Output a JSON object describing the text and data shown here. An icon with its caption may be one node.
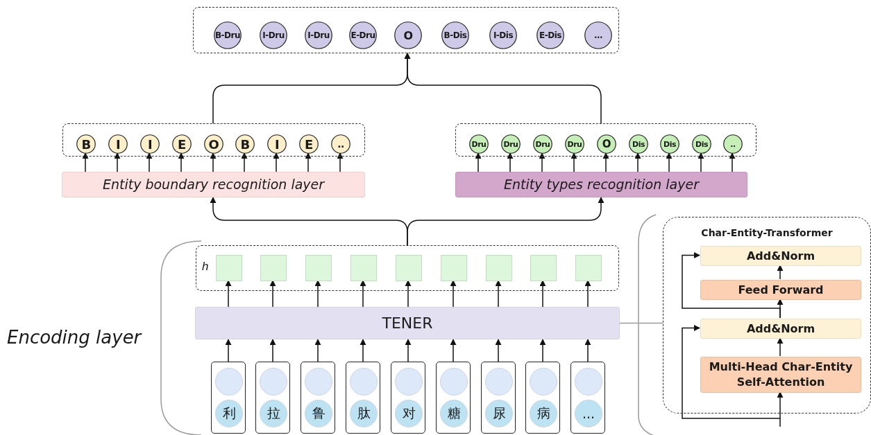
{
  "diagram": {
    "nodes": [
      {
        "text": [],
        "shape": "box"
      },
      {
        "text": [
          "B-Dru"
        ],
        "in": 0
      },
      {
        "text": [
          "I-Dru"
        ],
        "in": 0
      },
      {
        "text": [
          "I-Dru"
        ],
        "in": 0
      },
      {
        "text": [
          "E-Dru"
        ],
        "in": 0
      },
      {
        "text": [
          "O"
        ],
        "in": 0
      },
      {
        "text": [
          "B-Dis"
        ],
        "in": 0
      },
      {
        "text": [
          "I-Dis"
        ],
        "in": 0
      },
      {
        "text": [
          "E-Dis"
        ],
        "in": 0
      },
      {
        "text": [
          "..."
        ],
        "in": 0
      },
      {
        "text": [],
        "shape": "box"
      },
      {
        "text": [
          "B"
        ],
        "in": 10
      },
      {
        "text": [
          "I"
        ],
        "in": 10
      },
      {
        "text": [
          "I"
        ],
        "in": 10
      },
      {
        "text": [
          "E"
        ],
        "in": 10
      },
      {
        "text": [
          "O"
        ],
        "in": 10
      },
      {
        "text": [
          "B"
        ],
        "in": 10
      },
      {
        "text": [
          "I"
        ],
        "in": 10
      },
      {
        "text": [
          "E"
        ],
        "in": 10
      },
      {
        "text": [
          ".."
        ],
        "in": 10
      },
      {
        "text": [],
        "shape": "box"
      },
      {
        "text": [
          "Dru"
        ],
        "in": 20
      },
      {
        "text": [
          "Dru"
        ],
        "in": 20
      },
      {
        "text": [
          "Dru"
        ],
        "in": 20
      },
      {
        "text": [
          "Dru"
        ],
        "in": 20
      },
      {
        "text": [
          "O"
        ],
        "in": 20
      },
      {
        "text": [
          "Dis"
        ],
        "in": 20
      },
      {
        "text": [
          "Dis"
        ],
        "in": 20
      },
      {
        "text": [
          "Dis"
        ],
        "in": 20
      },
      {
        "text": [
          ".."
        ],
        "in": 20
      },
      {
        "text": [
          "Entity boundary recognition layer"
        ]
      },
      {
        "text": [
          "Entity types recognition layer"
        ]
      },
      {
        "text": [
          "h"
        ]
      },
      {
        "text": [],
        "in": 32,
        "shape": "box"
      },
      {
        "text": [],
        "in": 32,
        "shape": "box"
      },
      {
        "text": [],
        "in": 32,
        "shape": "box"
      },
      {
        "text": [],
        "in": 32,
        "shape": "box"
      },
      {
        "text": [],
        "in": 32,
        "shape": "box"
      },
      {
        "text": [],
        "in": 32,
        "shape": "box"
      },
      {
        "text": [],
        "in": 32,
        "shape": "box"
      },
      {
        "text": [],
        "in": 32,
        "shape": "box"
      },
      {
        "text": [],
        "in": 32,
        "shape": "box"
      },
      {
        "text": [
          "TENER"
        ]
      },
      {
        "text": [
          "利"
        ]
      },
      {
        "text": [
          "拉"
        ]
      },
      {
        "text": [
          "鲁"
        ]
      },
      {
        "text": [
          "肽"
        ]
      },
      {
        "text": [
          "对"
        ]
      },
      {
        "text": [
          "糖"
        ]
      },
      {
        "text": [
          "尿"
        ]
      },
      {
        "text": [
          "病"
        ]
      },
      {
        "text": [
          "..."
        ]
      },
      {
        "text": [
          "Char-Entity-Transformer"
        ]
      },
      {
        "text": [
          "Add&Norm"
        ],
        "in": 52
      },
      {
        "text": [
          "Feed Forward"
        ],
        "in": 52
      },
      {
        "text": [
          "Add&Norm"
        ],
        "in": 52
      },
      {
        "text": [
          "Multi-Head Char-Entity Self-Attention"
        ],
        "in": 52
      }
    ],
    "edges": [
      {
        "from": 10,
        "to": 0,
        "arrow": "to"
      },
      {
        "from": 20,
        "to": 0,
        "arrow": "to"
      },
      {
        "from": 30,
        "to": 11,
        "arrow": "to"
      },
      {
        "from": 30,
        "to": 12,
        "arrow": "to"
      },
      {
        "from": 30,
        "to": 13,
        "arrow": "to"
      },
      {
        "from": 30,
        "to": 14,
        "arrow": "to"
      },
      {
        "from": 30,
        "to": 15,
        "arrow": "to"
      },
      {
        "from": 30,
        "to": 16,
        "arrow": "to"
      },
      {
        "from": 30,
        "to": 17,
        "arrow": "to"
      },
      {
        "from": 30,
        "to": 18,
        "arrow": "to"
      },
      {
        "from": 30,
        "to": 19,
        "arrow": "to"
      },
      {
        "from": 31,
        "to": 21,
        "arrow": "to"
      },
      {
        "from": 31,
        "to": 22,
        "arrow": "to"
      },
      {
        "from": 31,
        "to": 23,
        "arrow": "to"
      },
      {
        "from": 31,
        "to": 24,
        "arrow": "to"
      },
      {
        "from": 31,
        "to": 25,
        "arrow": "to"
      },
      {
        "from": 31,
        "to": 26,
        "arrow": "to"
      },
      {
        "from": 31,
        "to": 27,
        "arrow": "to"
      },
      {
        "from": 31,
        "to": 28,
        "arrow": "to"
      },
      {
        "from": 31,
        "to": 29,
        "arrow": "to"
      },
      {
        "from": 32,
        "to": 30,
        "arrow": "to"
      },
      {
        "from": 32,
        "to": 31,
        "arrow": "to"
      },
      {
        "from": 42,
        "to": 33,
        "arrow": "to"
      },
      {
        "from": 42,
        "to": 34,
        "arrow": "to"
      },
      {
        "from": 42,
        "to": 35,
        "arrow": "to"
      },
      {
        "from": 42,
        "to": 36,
        "arrow": "to"
      },
      {
        "from": 42,
        "to": 37,
        "arrow": "to"
      },
      {
        "from": 42,
        "to": 38,
        "arrow": "to"
      },
      {
        "from": 42,
        "to": 39,
        "arrow": "to"
      },
      {
        "from": 42,
        "to": 40,
        "arrow": "to"
      },
      {
        "from": 42,
        "to": 41,
        "arrow": "to"
      },
      {
        "from": 43,
        "to": 42,
        "arrow": "to"
      },
      {
        "from": 44,
        "to": 42,
        "arrow": "to"
      },
      {
        "from": 45,
        "to": 42,
        "arrow": "to"
      },
      {
        "from": 46,
        "to": 42,
        "arrow": "to"
      },
      {
        "from": 47,
        "to": 42,
        "arrow": "to"
      },
      {
        "from": 48,
        "to": 42,
        "arrow": "to"
      },
      {
        "from": 49,
        "to": 42,
        "arrow": "to"
      },
      {
        "from": 50,
        "to": 42,
        "arrow": "to"
      },
      {
        "from": 51,
        "to": 42,
        "arrow": "to"
      },
      {
        "from": 42,
        "to": 52,
        "arrow": "none",
        "color": "#9a9a9a"
      },
      {
        "from": null,
        "to": 56,
        "arrow": "to"
      },
      {
        "from": null,
        "to": 55,
        "arrow": "to"
      },
      {
        "from": 56,
        "to": 55,
        "arrow": "to"
      },
      {
        "from": 55,
        "to": 54,
        "arrow": "to"
      },
      {
        "from": 54,
        "to": 53,
        "arrow": "to"
      },
      {
        "from": 55,
        "to": 53,
        "arrow": "to"
      }
    ],
    "labels": [
      "Encoding layer"
    ]
  }
}
